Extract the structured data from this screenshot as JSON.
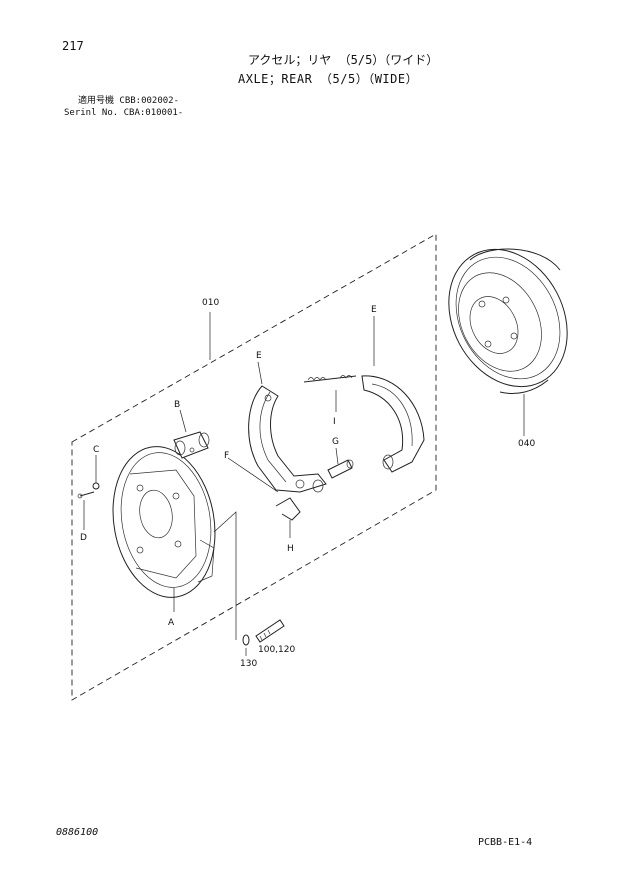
{
  "header": {
    "page_number": "217",
    "title_jp": "アクセル；リヤ （5/5）（ワイド）",
    "title_en": "AXLE；REAR （5/5）（WIDE）",
    "serial_line_1": "適用号機  CBB:002002-",
    "serial_line_2": "Serinl No. CBA:010001-"
  },
  "footer": {
    "doc_code": "0886100",
    "sheet_code": "PCBB-E1-4"
  },
  "callouts": {
    "assembly": "010",
    "back_plate": "A",
    "wheel_cylinder": "B",
    "c": "C",
    "d": "D",
    "shoe_left": "E",
    "shoe_right": "E",
    "f": "F",
    "pin": "G",
    "clip": "H",
    "spring": "I",
    "drum": "040",
    "bolt": "100,120",
    "washer": "130"
  }
}
